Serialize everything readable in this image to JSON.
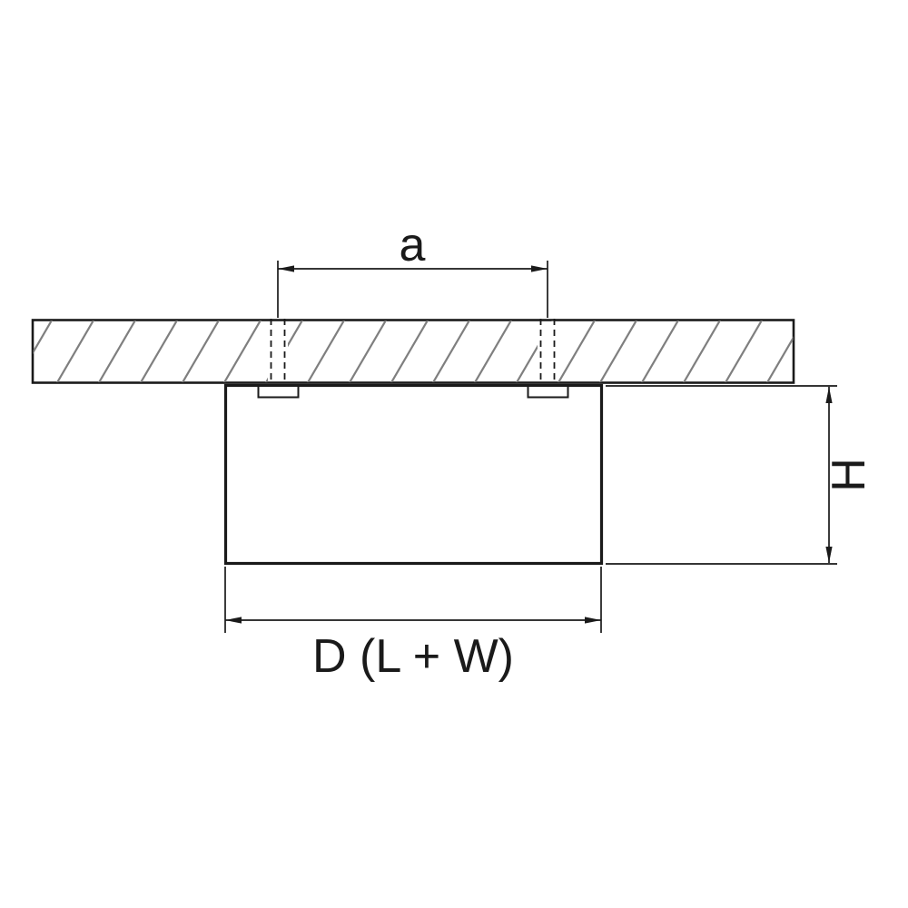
{
  "diagram": {
    "labels": {
      "hole_spacing": "a",
      "height": "H",
      "diameter": "D (L + W)"
    },
    "colors": {
      "line": "#1a1a1a",
      "hatch": "#7f7f7f",
      "background": "#ffffff"
    }
  }
}
